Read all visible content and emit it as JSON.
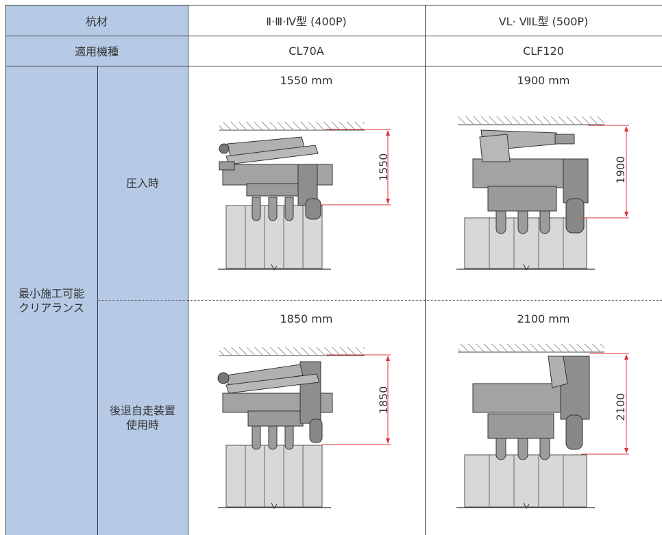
{
  "header": {
    "col1": "杭材",
    "col2": "Ⅱ·Ⅲ·Ⅳ型 (400P)",
    "col3": "VL· ⅦL型 (500P)"
  },
  "models": {
    "label": "適用機種",
    "col2": "CL70A",
    "col3": "CLF120"
  },
  "clearance": {
    "label": "最小施工可能\nクリアランス",
    "rows": [
      {
        "label": "圧入時",
        "col2": {
          "caption": "1550 mm",
          "dim": "1550"
        },
        "col3": {
          "caption": "1900 mm",
          "dim": "1900"
        }
      },
      {
        "label": "後退自走装置\n使用時",
        "col2": {
          "caption": "1850 mm",
          "dim": "1850"
        },
        "col3": {
          "caption": "2100 mm",
          "dim": "2100"
        }
      }
    ]
  },
  "colors": {
    "label_bg": "#b6cae6",
    "grid": "#3a3a3a",
    "dimension_line": "#e0303a",
    "machine_fill": "#a0a0a0",
    "pile_fill": "#d8d8d8"
  }
}
